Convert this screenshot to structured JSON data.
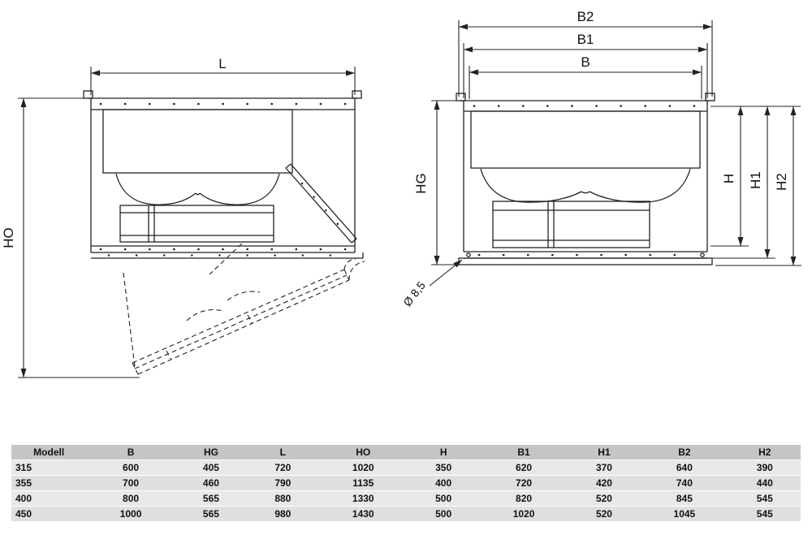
{
  "drawing": {
    "left_view": {
      "length_label": "L",
      "height_label": "HO"
    },
    "right_view": {
      "width_outer_label": "B2",
      "width_mid_label": "B1",
      "width_label": "B",
      "height_casing_label": "HG",
      "height_label": "H",
      "height1_label": "H1",
      "height2_label": "H2",
      "hole_diameter_label": "Ø 8,5"
    }
  },
  "table": {
    "headers": [
      "Modell",
      "B",
      "HG",
      "L",
      "HO",
      "H",
      "B1",
      "H1",
      "B2",
      "H2"
    ],
    "rows": [
      [
        "315",
        "600",
        "405",
        "720",
        "1020",
        "350",
        "620",
        "370",
        "640",
        "390"
      ],
      [
        "355",
        "700",
        "460",
        "790",
        "1135",
        "400",
        "720",
        "420",
        "740",
        "440"
      ],
      [
        "400",
        "800",
        "565",
        "880",
        "1330",
        "500",
        "820",
        "520",
        "845",
        "545"
      ],
      [
        "450",
        "1000",
        "565",
        "980",
        "1430",
        "500",
        "1020",
        "520",
        "1045",
        "545"
      ]
    ]
  }
}
